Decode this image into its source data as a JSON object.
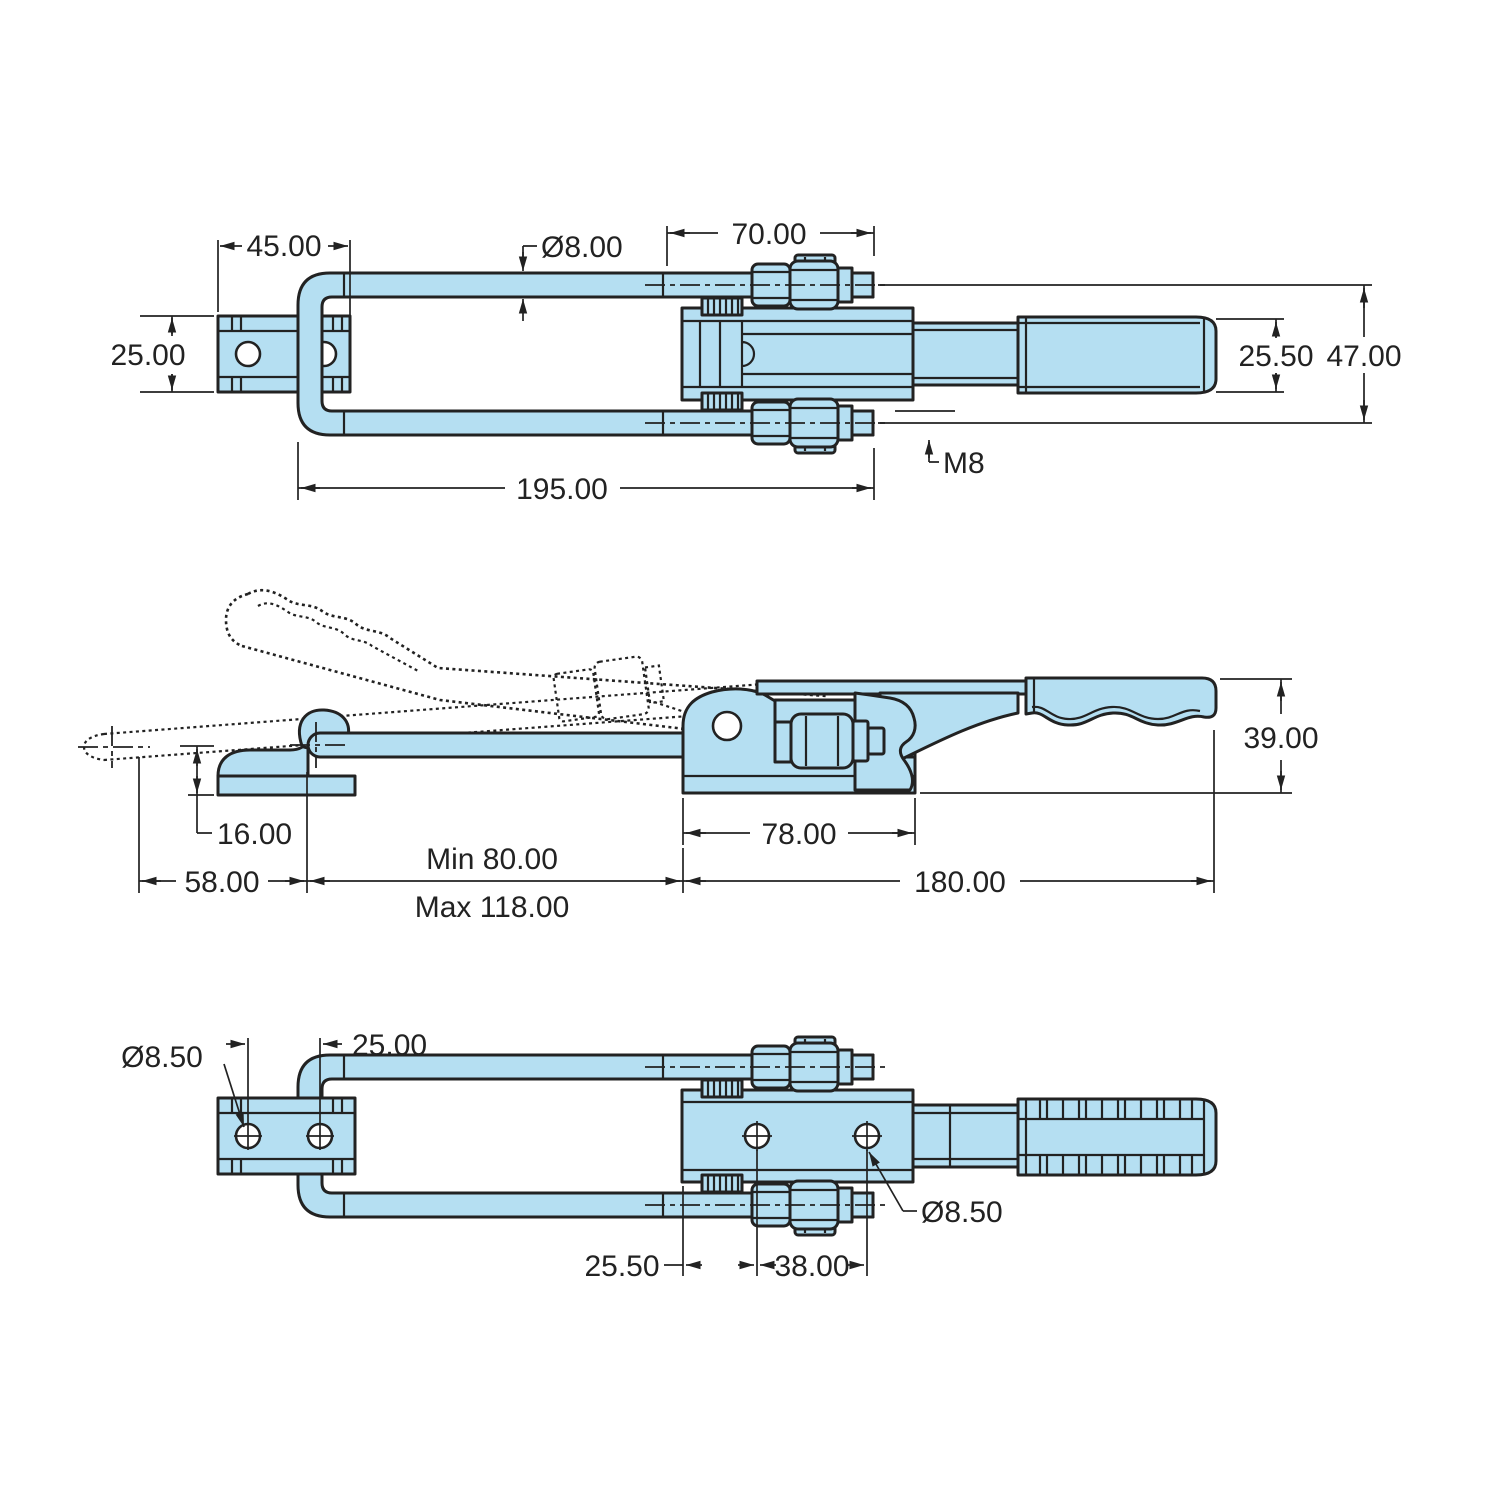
{
  "colors": {
    "part_fill": "#B5DFF2",
    "line": "#222222",
    "background": "#FFFFFF"
  },
  "top_view": {
    "bracket_width": "45.00",
    "rod_diameter": "Ø8.00",
    "thread_length": "70.00",
    "bracket_height": "25.00",
    "handle_width": "25.50",
    "overall_width": "47.00",
    "thread_size": "M8",
    "overall_length": "195.00"
  },
  "side_view": {
    "catch_height": "16.00",
    "catch_offset": "58.00",
    "reach_min": "Min 80.00",
    "reach_max": "Max 118.00",
    "base_length": "78.00",
    "overall_length": "180.00",
    "overall_height": "39.00"
  },
  "bottom_view": {
    "hole_spacing": "25.00",
    "hole_diameter_left": "Ø8.50",
    "hole_diameter_right": "Ø8.50",
    "hole_offset": "25.50",
    "hole_spacing_body": "38.00"
  }
}
